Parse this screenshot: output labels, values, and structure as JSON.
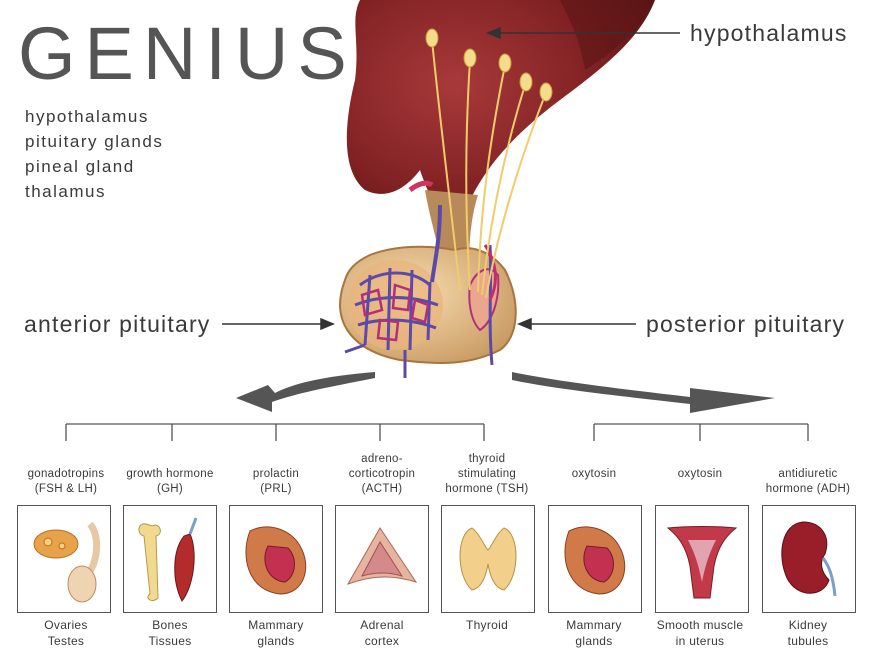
{
  "title": "GENIUS",
  "subtitle_list": [
    "hypothalamus",
    "pituitary glands",
    "pineal gland",
    "thalamus"
  ],
  "labels": {
    "hypothalamus": "hypothalamus",
    "anterior": "anterior pituitary",
    "posterior": "posterior pituitary"
  },
  "hormones": [
    {
      "name_lines": [
        "gonadotropins",
        "(FSH & LH)"
      ],
      "target_lines": [
        "Ovaries",
        "Testes"
      ],
      "icon": "ovary-testis-icon"
    },
    {
      "name_lines": [
        "growth hormone",
        "(GH)"
      ],
      "target_lines": [
        "Bones",
        "Tissues"
      ],
      "icon": "bone-muscle-icon"
    },
    {
      "name_lines": [
        "prolactin",
        "(PRL)"
      ],
      "target_lines": [
        "Mammary",
        "glands"
      ],
      "icon": "mammary-gland-icon"
    },
    {
      "name_lines": [
        "adreno-",
        "corticotropin",
        "(ACTH)"
      ],
      "target_lines": [
        "Adrenal",
        "cortex"
      ],
      "icon": "adrenal-gland-icon"
    },
    {
      "name_lines": [
        "thyroid",
        "stimulating",
        "hormone (TSH)"
      ],
      "target_lines": [
        "Thyroid"
      ],
      "icon": "thyroid-icon"
    },
    {
      "name_lines": [
        "oxytosin"
      ],
      "target_lines": [
        "Mammary",
        "glands"
      ],
      "icon": "mammary-gland-icon"
    },
    {
      "name_lines": [
        "oxytosin"
      ],
      "target_lines": [
        "Smooth muscle",
        "in uterus"
      ],
      "icon": "uterus-icon"
    },
    {
      "name_lines": [
        "antidiuretic",
        "hormone (ADH)"
      ],
      "target_lines": [
        "Kidney",
        "tubules"
      ],
      "icon": "kidney-icon"
    }
  ],
  "colors": {
    "hypothalamus": "#7a1d1d",
    "pituitary": "#e9c79a",
    "veins": "#5b4aa8",
    "nerves": "#f2d27a",
    "arrow": "#555555"
  }
}
